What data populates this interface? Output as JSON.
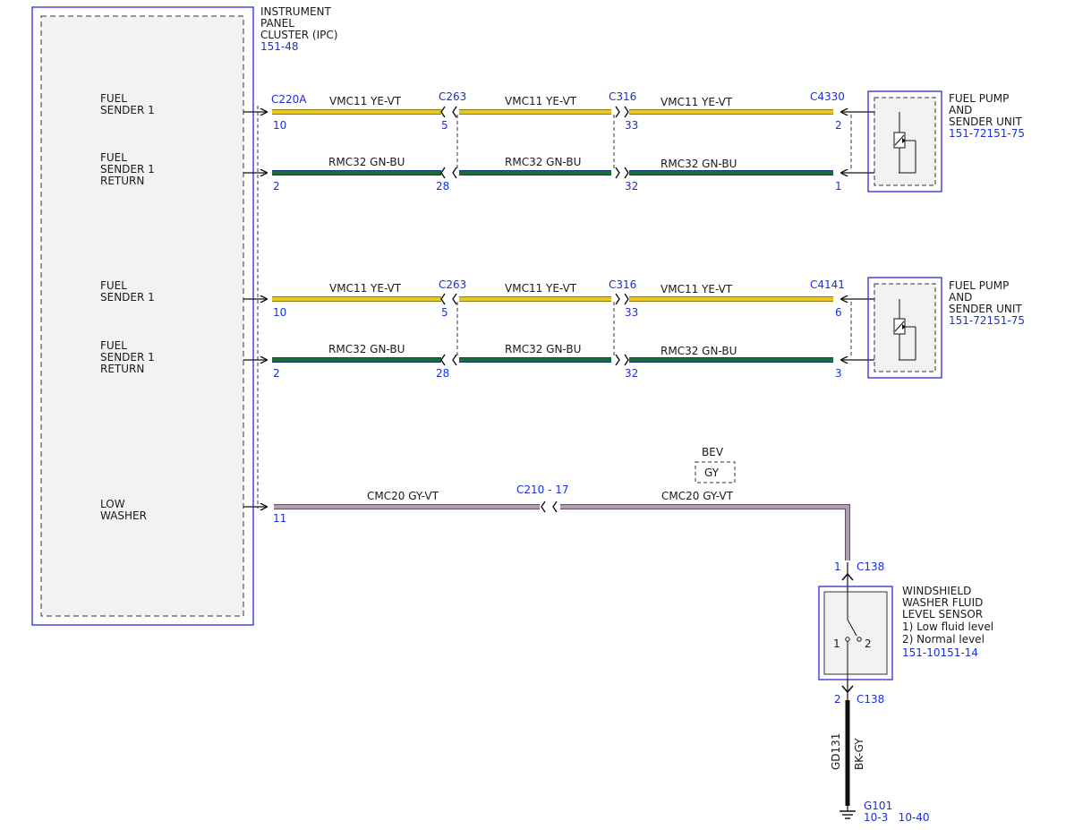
{
  "ipc": {
    "title_lines": [
      "INSTRUMENT",
      "PANEL",
      "CLUSTER (IPC)"
    ],
    "ref": "151-48",
    "pins": {
      "fuel_sender_1_a": [
        "FUEL",
        "SENDER 1"
      ],
      "fuel_sender_1_return_a": [
        "FUEL",
        "SENDER 1",
        "RETURN"
      ],
      "fuel_sender_1_b": [
        "FUEL",
        "SENDER 1"
      ],
      "fuel_sender_1_return_b": [
        "FUEL",
        "SENDER 1",
        "RETURN"
      ],
      "low_washer": [
        "LOW",
        "WASHER"
      ]
    }
  },
  "circuit1": {
    "connectors": {
      "c1": "C220A",
      "c2": "C263",
      "c3": "C316",
      "c4": "C4330"
    },
    "signal": {
      "wire_label": "VMC11  YE-VT",
      "pins": {
        "p1": "10",
        "p2": "5",
        "p3": "33",
        "p4": "2"
      }
    },
    "return": {
      "wire_label": "RMC32  GN-BU",
      "pins": {
        "p1": "2",
        "p2": "28",
        "p3": "32",
        "p4": "1"
      }
    },
    "component": {
      "lines": [
        "FUEL PUMP",
        "AND",
        "SENDER UNIT"
      ],
      "ref": "151-72151-75"
    }
  },
  "circuit2": {
    "connectors": {
      "c2": "C263",
      "c3": "C316",
      "c4": "C4141"
    },
    "signal": {
      "wire_label": "VMC11  YE-VT",
      "pins": {
        "p1": "10",
        "p2": "5",
        "p3": "33",
        "p4": "6"
      }
    },
    "return": {
      "wire_label": "RMC32  GN-BU",
      "pins": {
        "p1": "2",
        "p2": "28",
        "p3": "32",
        "p4": "3"
      }
    },
    "component": {
      "lines": [
        "FUEL PUMP",
        "AND",
        "SENDER UNIT"
      ],
      "ref": "151-72151-75"
    }
  },
  "washer": {
    "pin_ipc": "11",
    "wire_label": "CMC20  GY-VT",
    "inline_connector": "C210 - 17",
    "bev_label": "BEV",
    "bev_color": "GY",
    "top_pin": "1",
    "top_connector": "C138",
    "bottom_pin": "2",
    "bottom_connector": "C138",
    "sensor": {
      "lines": [
        "WINDSHIELD",
        "WASHER FLUID",
        "LEVEL SENSOR",
        "1) Low fluid level",
        "2) Normal level"
      ],
      "ref": "151-10151-14",
      "switch_pos_1": "1",
      "switch_pos_2": "2"
    },
    "ground_wire_circuit": "GD131",
    "ground_wire_color": "BK-GY",
    "ground_id": "G101",
    "ground_refs": "10-3   10-40"
  },
  "colors": {
    "ye_vt": "#e8c81e",
    "gn_bu": "#1e6b3a",
    "gy_vt": "#b79ab5",
    "bk": "#111111",
    "ref_blue": "#1a2fd6"
  }
}
